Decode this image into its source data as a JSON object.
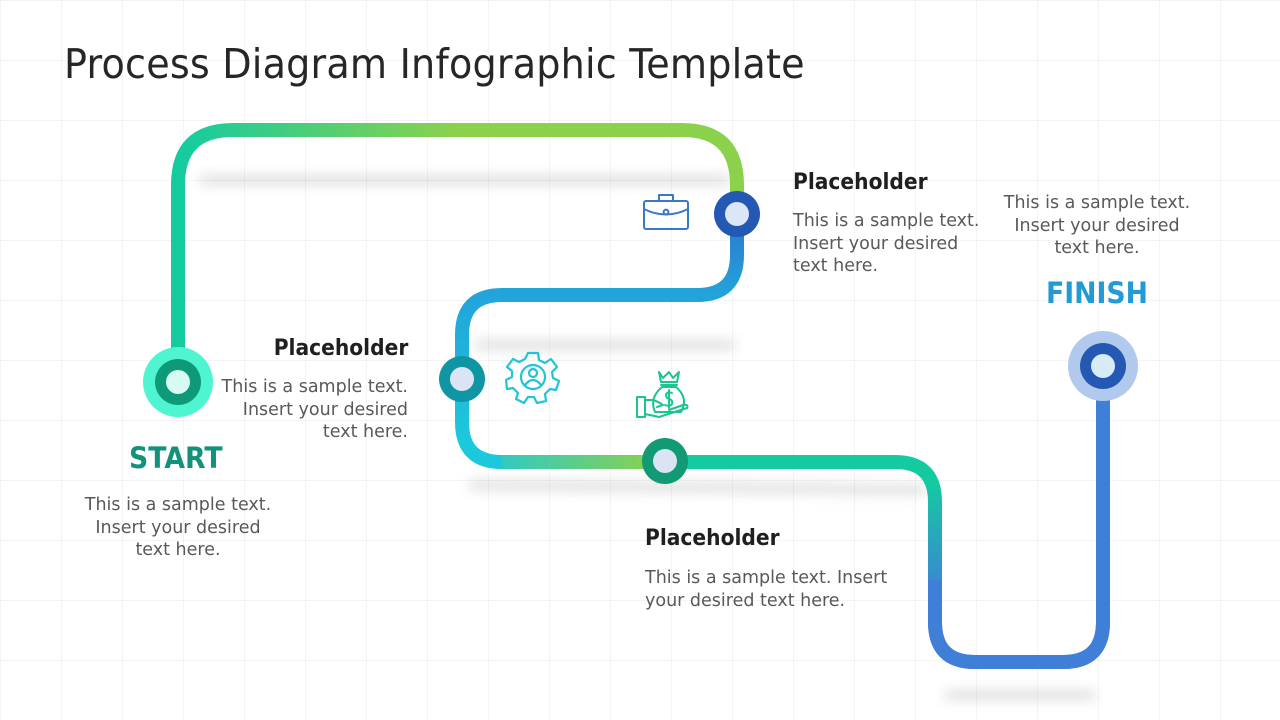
{
  "title": "Process Diagram Infographic Template",
  "colors": {
    "start_label": "#12927a",
    "finish_label": "#229ad6",
    "path_green": "#8cd14c",
    "path_teal": "#14cba0",
    "path_cyan": "#1cc8dc",
    "path_blue": "#3f7fd8",
    "icon_blue": "#3a78c9",
    "icon_cyan": "#21c3d6",
    "icon_green": "#1bc490"
  },
  "start": {
    "label": "START",
    "text_line1": "This is a sample text.",
    "text_line2": "Insert your desired",
    "text_line3": "text here."
  },
  "finish": {
    "label": "FINISH",
    "text_line1": "This is a sample text.",
    "text_line2": "Insert your desired",
    "text_line3": "text here."
  },
  "steps": [
    {
      "heading": "Placeholder",
      "text_line1": "This is a sample text.",
      "text_line2": "Insert your desired",
      "text_line3": "text here.",
      "icon": "briefcase-icon"
    },
    {
      "heading": "Placeholder",
      "text_line1": "This is a sample text.",
      "text_line2": "Insert your desired",
      "text_line3": "text here.",
      "icon": "gear-user-icon"
    },
    {
      "heading": "Placeholder",
      "text_line1": "This is a sample text. Insert",
      "text_line2": "your desired text here.",
      "icon": "money-bag-hand-icon"
    }
  ]
}
